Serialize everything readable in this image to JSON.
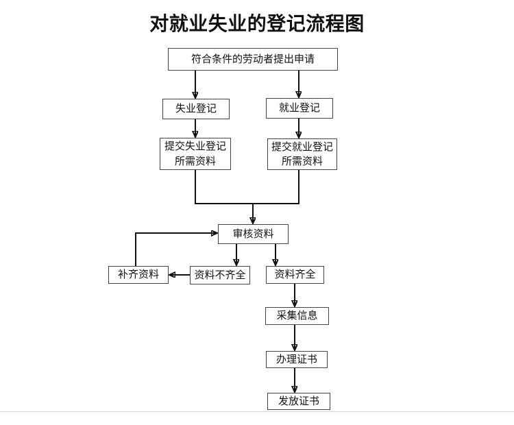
{
  "title": "对就业失业的登记流程图",
  "colors": {
    "background": "#ffffff",
    "box_border": "#444444",
    "box_fill": "#ffffff",
    "line": "#111111",
    "text": "#111111",
    "bottom_rule": "#d8d8d8"
  },
  "nodes": {
    "apply": "符合条件的劳动者提出申请",
    "unemployment_reg": "失业登记",
    "employment_reg": "就业登记",
    "submit_unemployment": "提交失业登记所需资料",
    "submit_employment": "提交就业登记所需资料",
    "review": "审核资料",
    "supplement": "补齐资料",
    "incomplete": "资料不齐全",
    "complete": "资料齐全",
    "collect": "采集信息",
    "process_cert": "办理证书",
    "issue_cert": "发放证书"
  },
  "edges": [
    {
      "from": "apply",
      "to": "unemployment_reg"
    },
    {
      "from": "apply",
      "to": "employment_reg"
    },
    {
      "from": "unemployment_reg",
      "to": "submit_unemployment"
    },
    {
      "from": "employment_reg",
      "to": "submit_employment"
    },
    {
      "from": "submit_unemployment",
      "to": "review"
    },
    {
      "from": "submit_employment",
      "to": "review"
    },
    {
      "from": "review",
      "to": "incomplete"
    },
    {
      "from": "review",
      "to": "complete"
    },
    {
      "from": "incomplete",
      "to": "supplement"
    },
    {
      "from": "supplement",
      "to": "review"
    },
    {
      "from": "complete",
      "to": "collect"
    },
    {
      "from": "collect",
      "to": "process_cert"
    },
    {
      "from": "process_cert",
      "to": "issue_cert"
    }
  ]
}
